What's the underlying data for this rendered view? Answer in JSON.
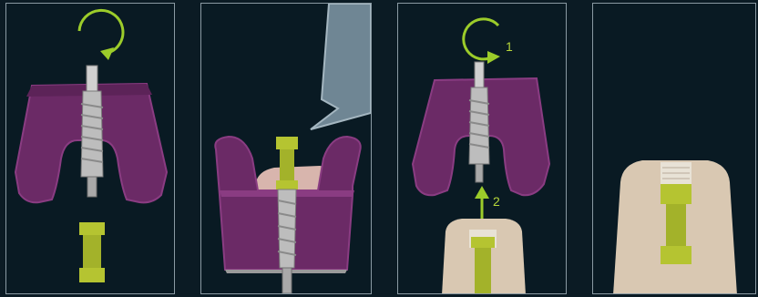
{
  "panels": [
    {
      "id": "p1",
      "name": "panel-unscrew-transfer"
    },
    {
      "id": "p2",
      "name": "panel-tray-in-mouth"
    },
    {
      "id": "p3",
      "name": "panel-reposition-analog"
    },
    {
      "id": "p4",
      "name": "panel-analog-in-stone"
    }
  ],
  "annotations": {
    "step_1": "1",
    "step_2": "2"
  },
  "colors": {
    "background": "#0b1b24",
    "tray": "#6b2a66",
    "tray_rim": "#8a3c82",
    "arrow": "#9ccc2a",
    "analog": "#b5c431",
    "screw": "#c8c8c8",
    "stone": "#d9c8b2",
    "gingiva": "#d8b5ad",
    "instrument": "#6f8694"
  }
}
